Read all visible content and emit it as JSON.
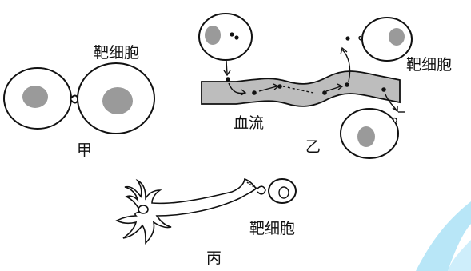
{
  "labels": {
    "target_cell": "靶细胞",
    "blood_flow": "血流",
    "panel_a": "甲",
    "panel_b": "乙",
    "panel_c": "丙"
  },
  "colors": {
    "stroke": "#111111",
    "nucleus_gray": "#9a9a9a",
    "blood_band": "#bdbdbd",
    "watermark": "#7fd3f2"
  }
}
